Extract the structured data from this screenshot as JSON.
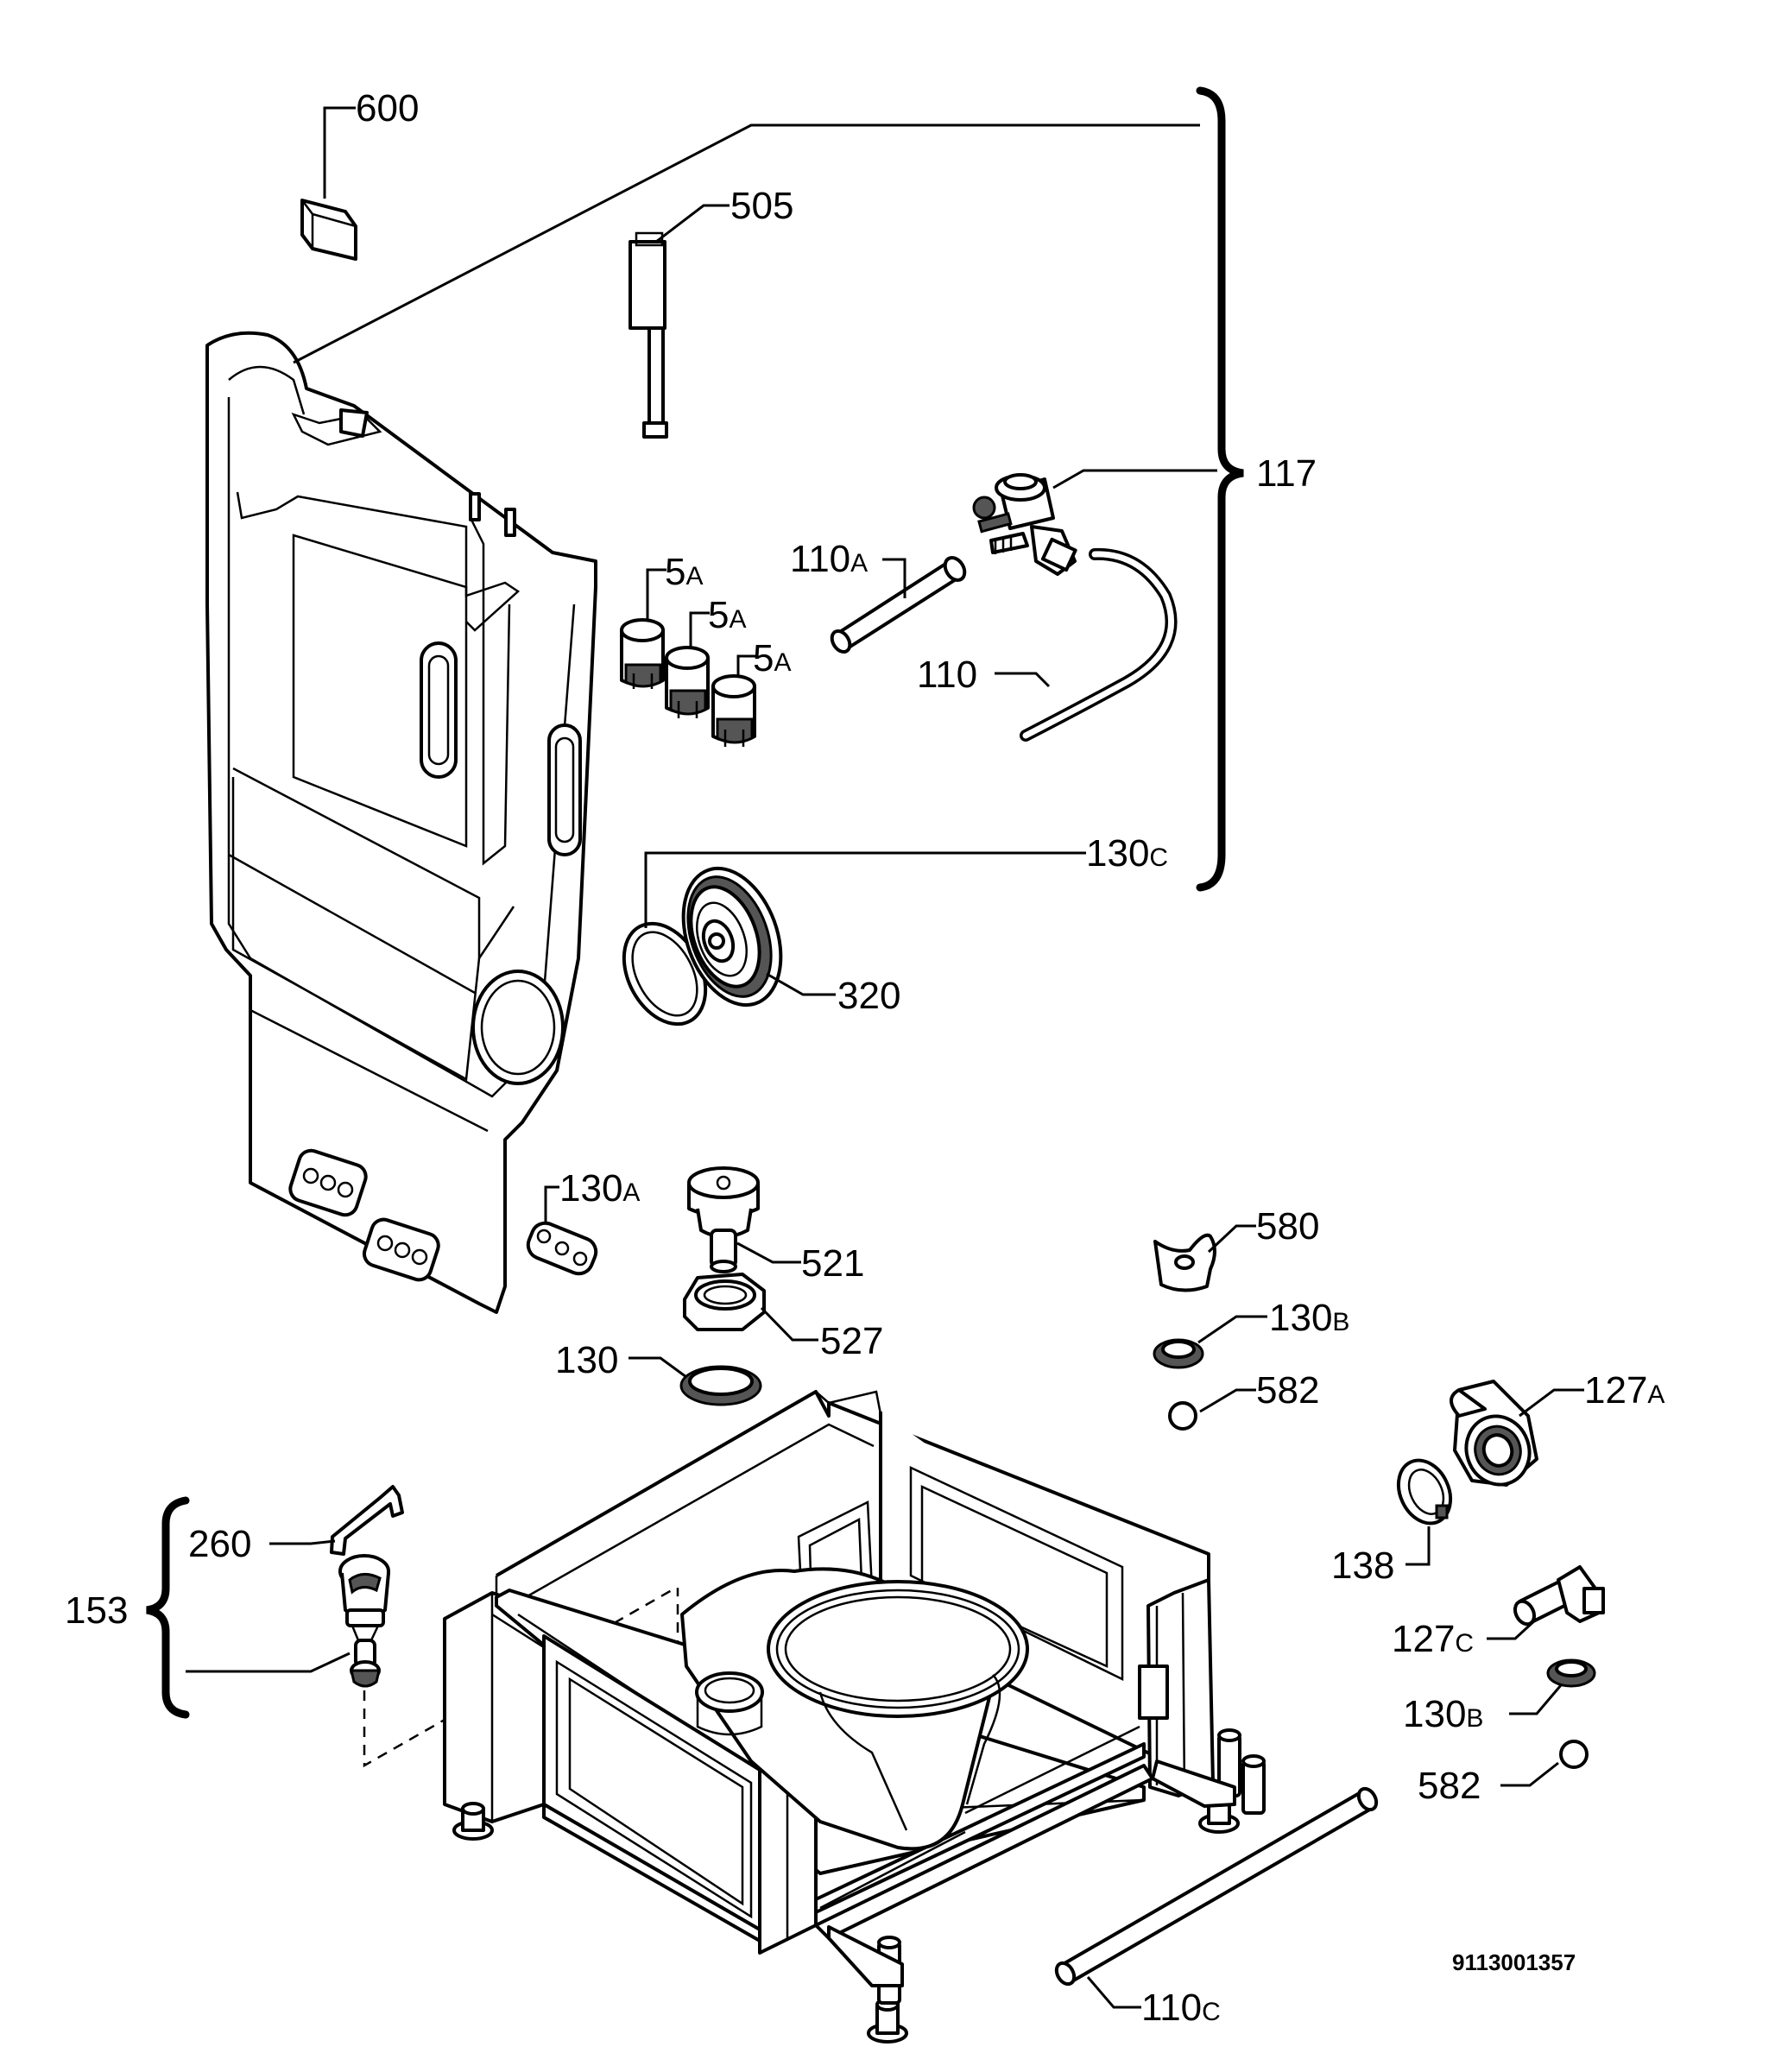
{
  "labels": {
    "l600": "600",
    "l505": "505",
    "l117": "117",
    "l110a": "110",
    "l110a_sub": "A",
    "l5a_1": "5",
    "l5a_1_sub": "A",
    "l5a_2": "5",
    "l5a_2_sub": "A",
    "l5a_3": "5",
    "l5a_3_sub": "A",
    "l110": "110",
    "l130c": "130",
    "l130c_sub": "C",
    "l320": "320",
    "l130a": "130",
    "l130a_sub": "A",
    "l521": "521",
    "l580": "580",
    "l130b_1": "130",
    "l130b_1_sub": "B",
    "l527": "527",
    "l130": "130",
    "l582_1": "582",
    "l127a": "127",
    "l127a_sub": "A",
    "l260": "260",
    "l153": "153",
    "l138": "138",
    "l127c": "127",
    "l127c_sub": "C",
    "l130b_2": "130",
    "l130b_2_sub": "B",
    "l582_2": "582",
    "l110c": "110",
    "l110c_sub": "C"
  },
  "drawing_code": "9113001357"
}
